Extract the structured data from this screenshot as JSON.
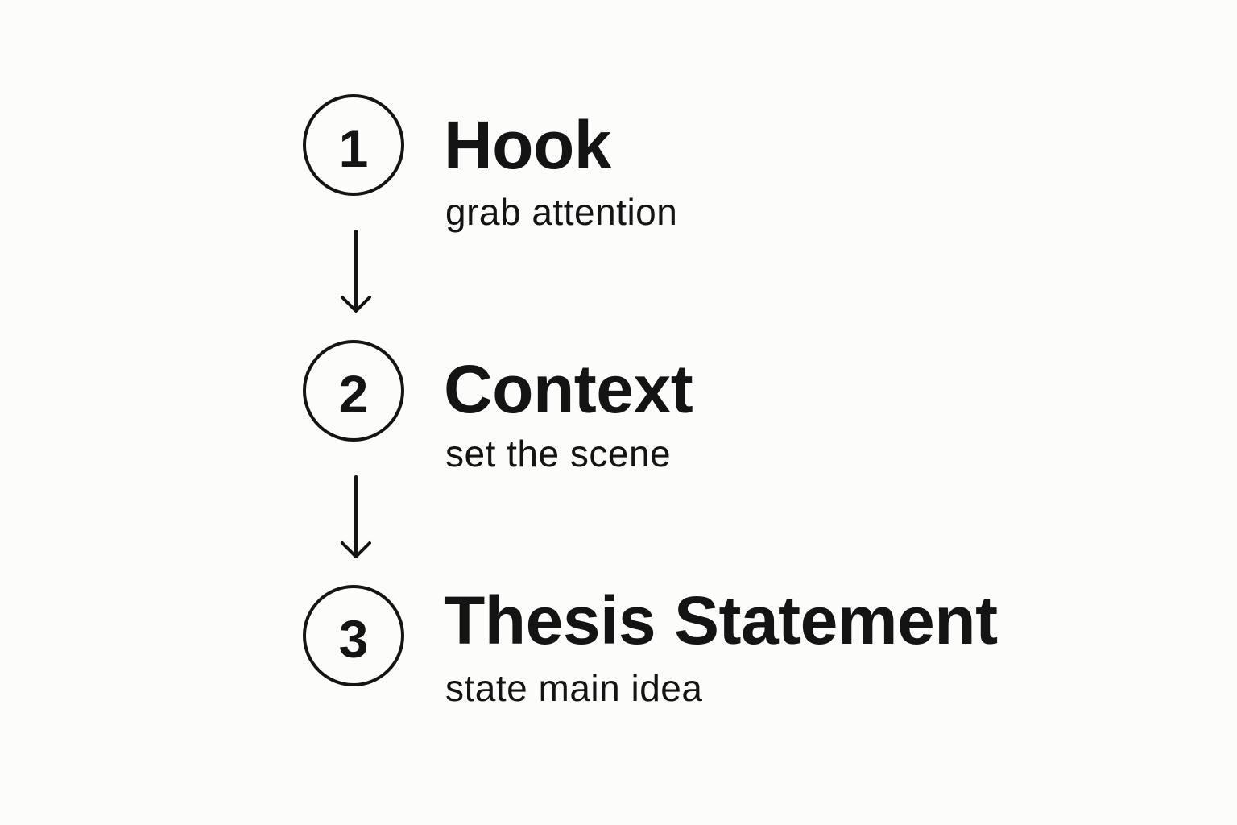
{
  "steps": [
    {
      "number": "1",
      "title": "Hook",
      "subtitle": "grab attention"
    },
    {
      "number": "2",
      "title": "Context",
      "subtitle": "set the scene"
    },
    {
      "number": "3",
      "title": "Thesis Statement",
      "subtitle": "state main idea"
    }
  ],
  "colors": {
    "background": "#fcfcfa",
    "ink": "#141414"
  },
  "icons": {
    "connector": "arrow-down-icon"
  }
}
